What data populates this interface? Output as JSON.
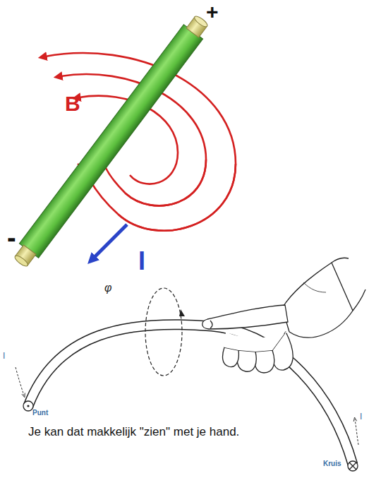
{
  "diagram": {
    "caption": "Je kan dat makkelijk \"zien\" met je hand.",
    "labels": [
      "+",
      "-",
      "B",
      "I",
      "φ",
      "I",
      "Punt",
      "I",
      "Kruis"
    ]
  }
}
